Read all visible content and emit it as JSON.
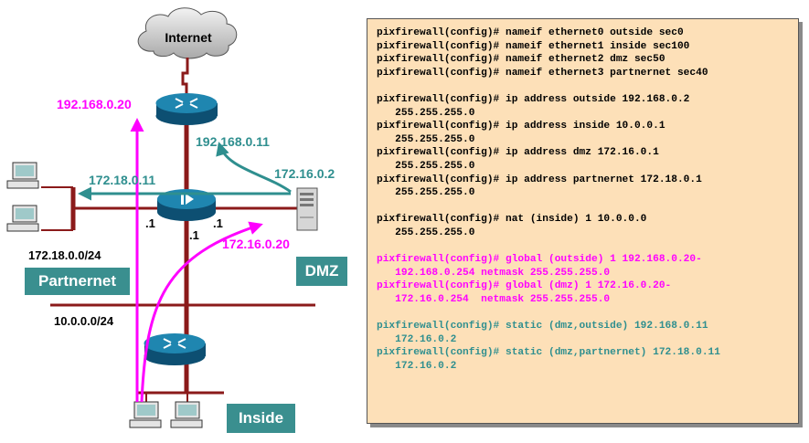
{
  "labels": {
    "internet": "Internet",
    "outside_nat_ip": "192.168.0.20",
    "outside_static_ip": "192.168.0.11",
    "partner_static_ip": "172.18.0.11",
    "dmz_server_ip": "172.16.0.2",
    "dmz_nat_ip": "172.16.0.20",
    "partner_net": "172.18.0.0/24",
    "inside_net": "10.0.0.0/24",
    "if_left": ".1",
    "if_bottom": ".1",
    "if_right": ".1"
  },
  "zones": {
    "partnernet": "Partnernet",
    "dmz": "DMZ",
    "inside": "Inside"
  },
  "colors": {
    "teal": "#2f8f8f",
    "magenta": "#ff00ff",
    "wire": "#8b1a1a",
    "router": "#1f86b0",
    "panel_bg": "#fde0b8"
  },
  "config": {
    "block1": [
      "pixfirewall(config)# nameif ethernet0 outside sec0",
      "pixfirewall(config)# nameif ethernet1 inside sec100",
      "pixfirewall(config)# nameif ethernet2 dmz sec50",
      "pixfirewall(config)# nameif ethernet3 partnernet sec40"
    ],
    "block2": [
      "pixfirewall(config)# ip address outside 192.168.0.2",
      "   255.255.255.0",
      "pixfirewall(config)# ip address inside 10.0.0.1",
      "   255.255.255.0",
      "pixfirewall(config)# ip address dmz 172.16.0.1",
      "   255.255.255.0",
      "pixfirewall(config)# ip address partnernet 172.18.0.1",
      "   255.255.255.0"
    ],
    "block3": [
      "pixfirewall(config)# nat (inside) 1 10.0.0.0",
      "   255.255.255.0"
    ],
    "block4": [
      "pixfirewall(config)# global (outside) 1 192.168.0.20-",
      "   192.168.0.254 netmask 255.255.255.0",
      "pixfirewall(config)# global (dmz) 1 172.16.0.20-",
      "   172.16.0.254  netmask 255.255.255.0"
    ],
    "block5": [
      "pixfirewall(config)# static (dmz,outside) 192.168.0.11",
      "   172.16.0.2",
      "pixfirewall(config)# static (dmz,partnernet) 172.18.0.11",
      "   172.16.0.2"
    ]
  }
}
